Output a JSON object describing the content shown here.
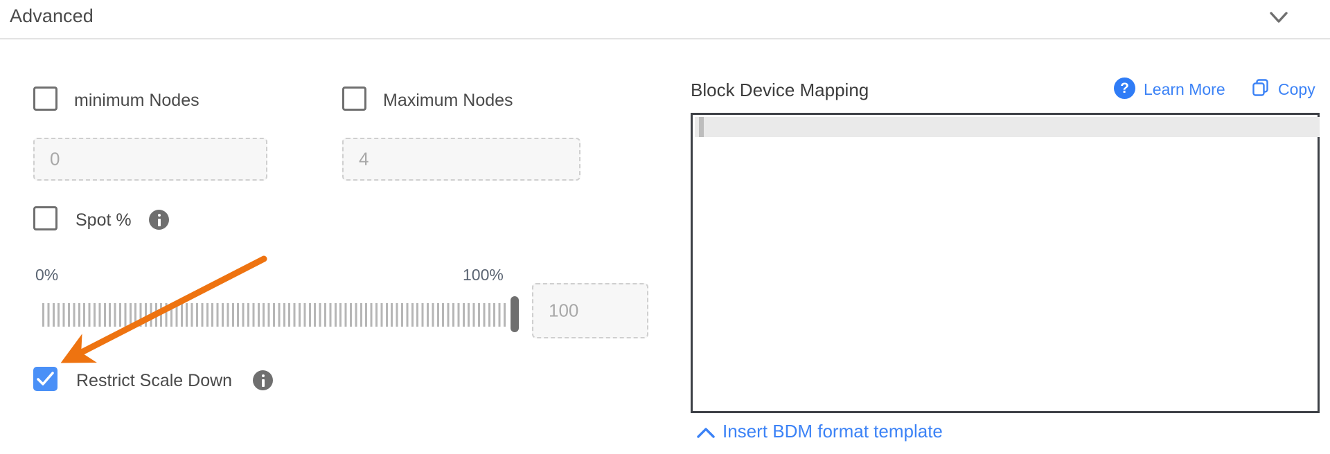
{
  "section": {
    "title": "Advanced",
    "collapse_icon": "chevron-down-icon"
  },
  "left": {
    "min_nodes": {
      "checkbox_label": "minimum Nodes",
      "checked": false,
      "input_placeholder": "0"
    },
    "max_nodes": {
      "checkbox_label": "Maximum Nodes",
      "checked": false,
      "input_placeholder": "4"
    },
    "spot": {
      "checkbox_label": "Spot %",
      "checked": false,
      "info_icon": "info-icon"
    },
    "slider": {
      "min_label": "0%",
      "max_label": "100%",
      "value": 100,
      "value_input_placeholder": "100"
    },
    "restrict_scale_down": {
      "checkbox_label": "Restrict Scale Down",
      "checked": true,
      "info_icon": "info-icon"
    }
  },
  "right": {
    "title": "Block Device Mapping",
    "learn_more_label": "Learn More",
    "learn_more_icon": "help-question-icon",
    "copy_label": "Copy",
    "copy_icon": "copy-icon",
    "editor_value": "",
    "insert_template_label": "Insert BDM format template",
    "insert_template_icon": "chevron-up-icon"
  },
  "annotation": {
    "arrow_color": "#ee7310",
    "points_to": "restrict-scale-down-checkbox"
  },
  "colors": {
    "accent_blue": "#3b82f6",
    "checkbox_checked": "#4a90f7",
    "annotation_orange": "#ee7310",
    "border_dark": "#3d4046"
  }
}
